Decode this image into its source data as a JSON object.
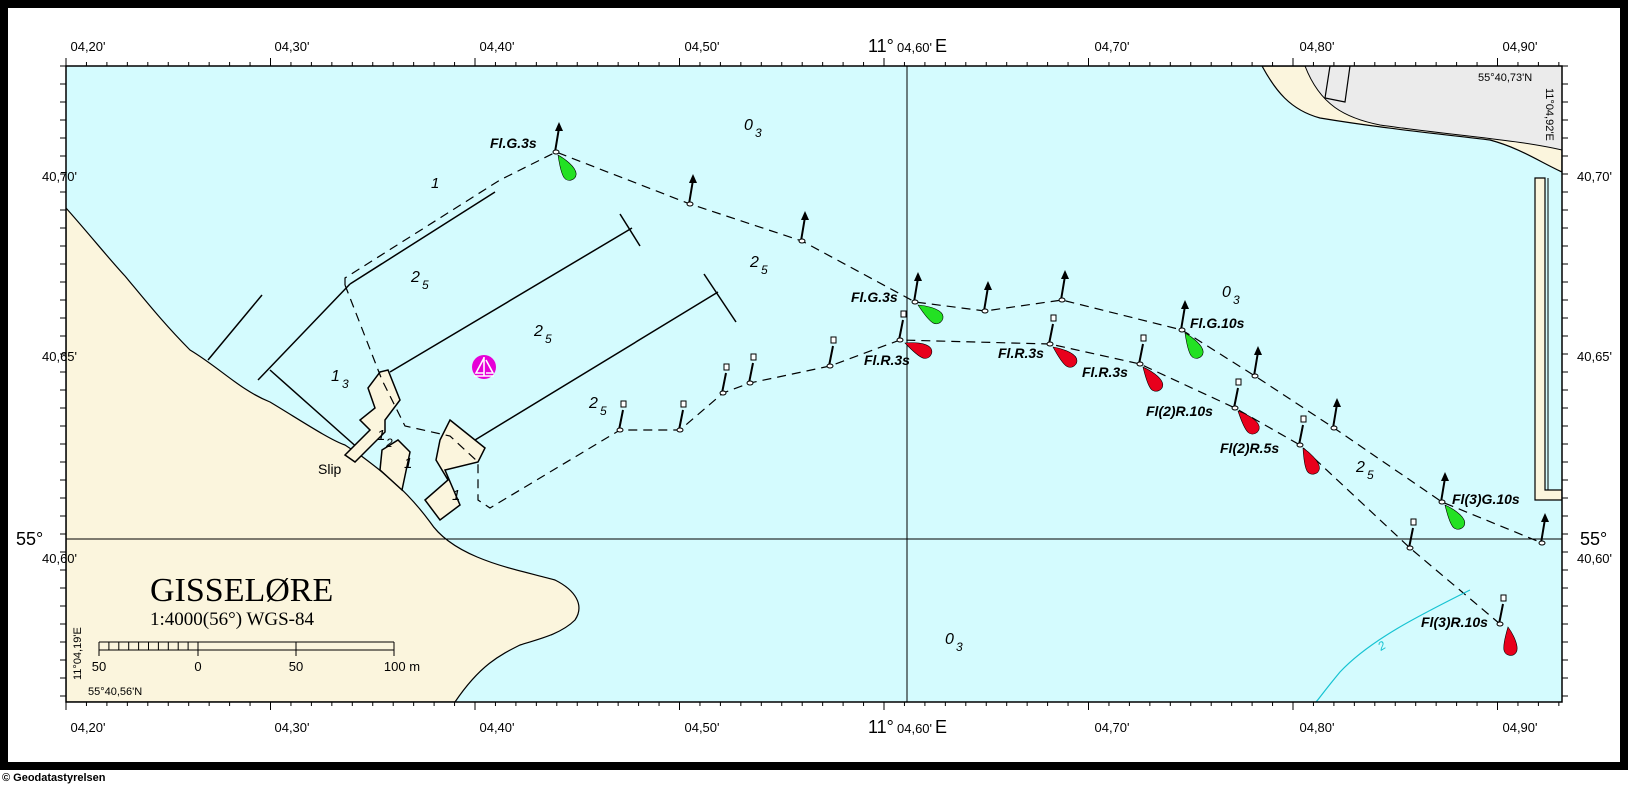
{
  "map": {
    "colors": {
      "water": "#d4fbfe",
      "land": "#fbf5dd",
      "built_up": "#ebebeb",
      "red_light": "#e8001c",
      "green_light": "#23e123",
      "contour": "#16c3d2",
      "anchorage_symbol": "#e600d7",
      "frame": "#000000"
    },
    "title": "GISSELØRE",
    "scale_text": "1:4000(56°) WGS-84",
    "scalebar": {
      "labels": [
        "50",
        "0",
        "50",
        "100 m"
      ]
    },
    "lon_ticks_top": [
      "04,20'",
      "04,30'",
      "04,40'",
      "04,50'",
      "04,70'",
      "04,80'",
      "04,90'"
    ],
    "lon_ticks_bottom": [
      "04,20'",
      "04,30'",
      "04,40'",
      "04,50'",
      "04,70'",
      "04,80'",
      "04,90'"
    ],
    "lon_main": {
      "deg": "11°",
      "min": "04,60'",
      "hem": "E"
    },
    "lat_ticks_left": [
      "40,70'",
      "40,65'",
      "40,60'"
    ],
    "lat_ticks_right": [
      "40,70'",
      "40,65'",
      "40,60'"
    ],
    "lat_main": "55°",
    "corner_ne_lat": "55°40,73'N",
    "corner_ne_lon": "11°04,92'E",
    "corner_sw_lat": "55°40,56'N",
    "corner_sw_lon": "11°04,19'E",
    "lights": [
      {
        "text": "Fl.G.3s",
        "color": "green"
      },
      {
        "text": "Fl.G.3s",
        "color": "green"
      },
      {
        "text": "Fl.G.10s",
        "color": "green"
      },
      {
        "text": "Fl(3)G.10s",
        "color": "green"
      },
      {
        "text": "Fl.R.3s",
        "color": "red"
      },
      {
        "text": "Fl.R.3s",
        "color": "red"
      },
      {
        "text": "Fl.R.3s",
        "color": "red"
      },
      {
        "text": "Fl(2)R.10s",
        "color": "red"
      },
      {
        "text": "Fl(2)R.5s",
        "color": "red"
      },
      {
        "text": "Fl(3)R.10s",
        "color": "red"
      }
    ],
    "depths": [
      {
        "main": "0",
        "sub": "3"
      },
      {
        "main": "0",
        "sub": "3"
      },
      {
        "main": "0",
        "sub": "3"
      },
      {
        "main": "2",
        "sub": "5"
      },
      {
        "main": "2",
        "sub": "5"
      },
      {
        "main": "2",
        "sub": "5"
      },
      {
        "main": "2",
        "sub": "5"
      },
      {
        "main": "2",
        "sub": "5"
      },
      {
        "main": "1",
        "sub": "3"
      },
      {
        "main": "1",
        "sub": "2"
      },
      {
        "main": "1",
        "sub": ""
      },
      {
        "main": "1",
        "sub": ""
      },
      {
        "main": "1",
        "sub": ""
      }
    ],
    "contour_label": "2",
    "slip_label": "Slip"
  },
  "copyright": "© Geodatastyrelsen"
}
